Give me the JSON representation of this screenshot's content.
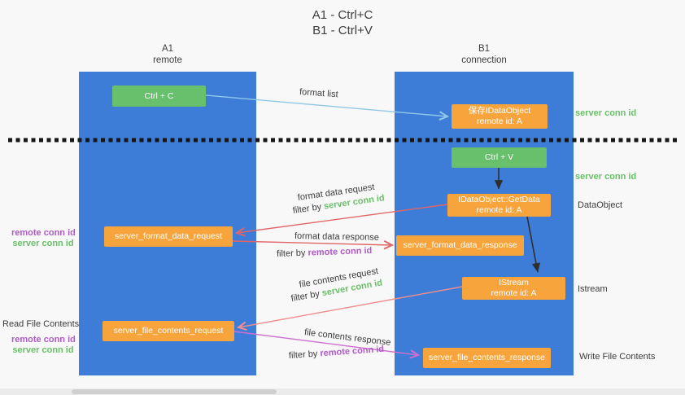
{
  "title": {
    "line1": "A1 - Ctrl+C",
    "line2": "B1 - Ctrl+V"
  },
  "lanes": {
    "left": {
      "name": "A1",
      "subtitle": "remote"
    },
    "right": {
      "name": "B1",
      "subtitle": "connection"
    }
  },
  "nodes": {
    "ctrl_c": {
      "label": "Ctrl + C"
    },
    "ctrl_v": {
      "label": "Ctrl + V"
    },
    "save_dataobject": {
      "line1": "保存IDataObject",
      "line2": "remote id: A"
    },
    "getdata": {
      "line1": "IDataObject::GetData",
      "line2": "remote id: A"
    },
    "istream": {
      "line1": "IStream",
      "line2": "remote id: A"
    },
    "format_request": {
      "label": "server_format_data_request"
    },
    "format_response": {
      "label": "server_format_data_response"
    },
    "file_request": {
      "label": "server_file_contents_request"
    },
    "file_response": {
      "label": "server_file_contents_response"
    }
  },
  "shared": {
    "server_conn_id": "server conn id",
    "remote_conn_id": "remote conn id",
    "filter_by": "filter by"
  },
  "messages": {
    "format_list": "format list",
    "format_data_request": "format data request",
    "format_data_response": "format data response",
    "file_contents_request": "file contents request",
    "file_contents_response": "file contents response"
  },
  "side_labels": {
    "dataobject": "DataObject",
    "istream": "Istream",
    "read_file_contents": "Read File Contents",
    "write_file_contents": "Write File Contents"
  },
  "colors": {
    "lane_blue": "#3d7dd8",
    "node_green": "#68bf6c",
    "node_orange": "#f7a43d",
    "green_text": "#6abf69",
    "purple_text": "#b05ac8",
    "arrow_red": "#e06666",
    "arrow_pink": "#ef8f8f",
    "arrow_magenta": "#cf6fcf",
    "arrow_light_blue": "#8fc8e8",
    "arrow_black": "#2e2e2e"
  }
}
